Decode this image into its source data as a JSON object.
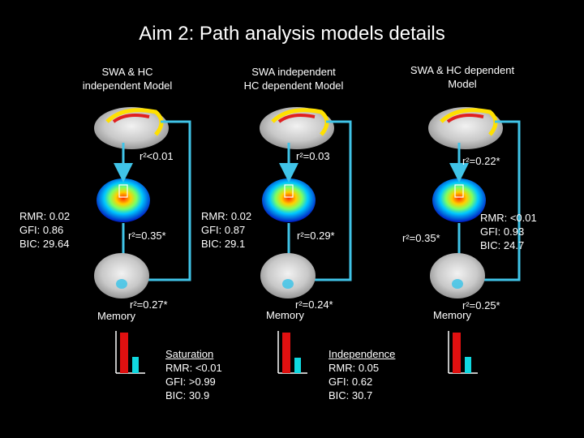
{
  "title": "Aim 2: Path analysis models details",
  "models": [
    {
      "label_lines": [
        "SWA & HC",
        "independent Model"
      ],
      "r_top": "r²<0.01",
      "r_mid": "r²=0.35*",
      "r_bottom": "r²=0.27*",
      "memory": "Memory",
      "stats": [
        "RMR: 0.02",
        "GFI: 0.86",
        "BIC:  29.64"
      ],
      "bars": [
        1.0,
        0.4
      ]
    },
    {
      "label_lines": [
        "SWA independent",
        "HC dependent Model"
      ],
      "r_top": "r²=0.03",
      "r_mid": "r²=0.29*",
      "r_bottom": "r²=0.24*",
      "memory": "Memory",
      "stats": [
        "RMR: 0.02",
        "GFI: 0.87",
        "BIC:  29.1"
      ],
      "bars": [
        1.0,
        0.38
      ]
    },
    {
      "label_lines": [
        "SWA & HC dependent",
        "Model"
      ],
      "r_top": "r²=0.22*",
      "r_mid": "r²=0.35*",
      "r_bottom": "r²=0.25*",
      "memory": "Memory",
      "stats": [
        "RMR: <0.01",
        "GFI: 0.93",
        "BIC:  24.7"
      ],
      "bars": [
        1.0,
        0.4
      ]
    }
  ],
  "saturation": {
    "heading": "Saturation",
    "lines": [
      "RMR: <0.01",
      "GFI: >0.99",
      "BIC:  30.9"
    ]
  },
  "independence": {
    "heading": "Independence",
    "lines": [
      "RMR: 0.05",
      "GFI: 0.62",
      "BIC:  30.7"
    ]
  },
  "colors": {
    "background": "#000000",
    "arrow": "#40c4e8",
    "bar_red": "#e01010",
    "bar_cyan": "#10d8e0",
    "frontal_highlight": "#ffe000"
  }
}
